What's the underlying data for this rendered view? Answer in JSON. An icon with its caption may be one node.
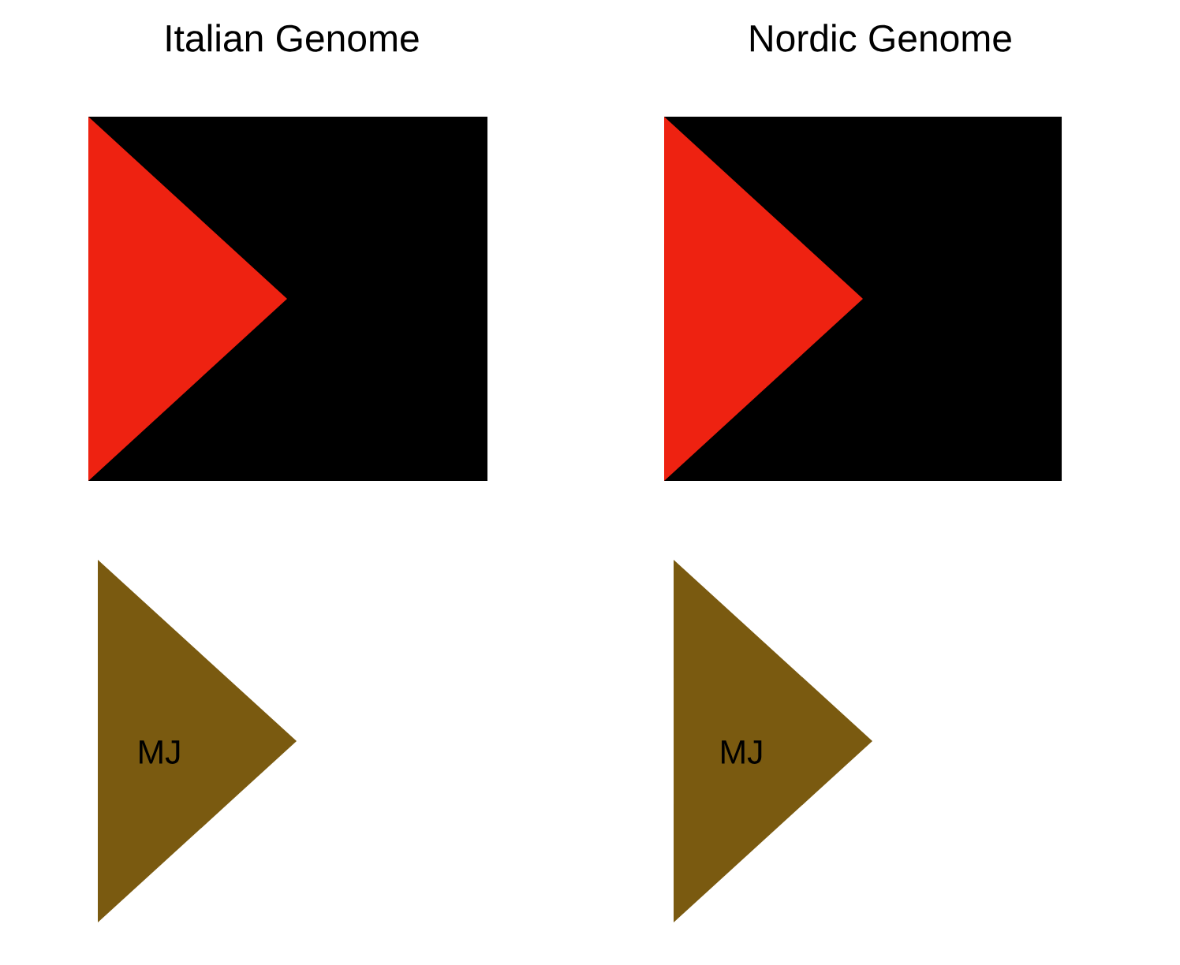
{
  "diagram": {
    "nodes": [
      {
        "text": [],
        "shape": "box"
      },
      {
        "text": [],
        "shape": "triangle",
        "in": 0
      },
      {
        "text": [],
        "shape": "box"
      },
      {
        "text": [],
        "shape": "triangle",
        "in": 2
      },
      {
        "text": [
          "MJ"
        ]
      },
      {
        "text": [
          "MJ"
        ]
      }
    ],
    "labels": [
      "Italian Genome",
      "Nordic Genome"
    ]
  }
}
